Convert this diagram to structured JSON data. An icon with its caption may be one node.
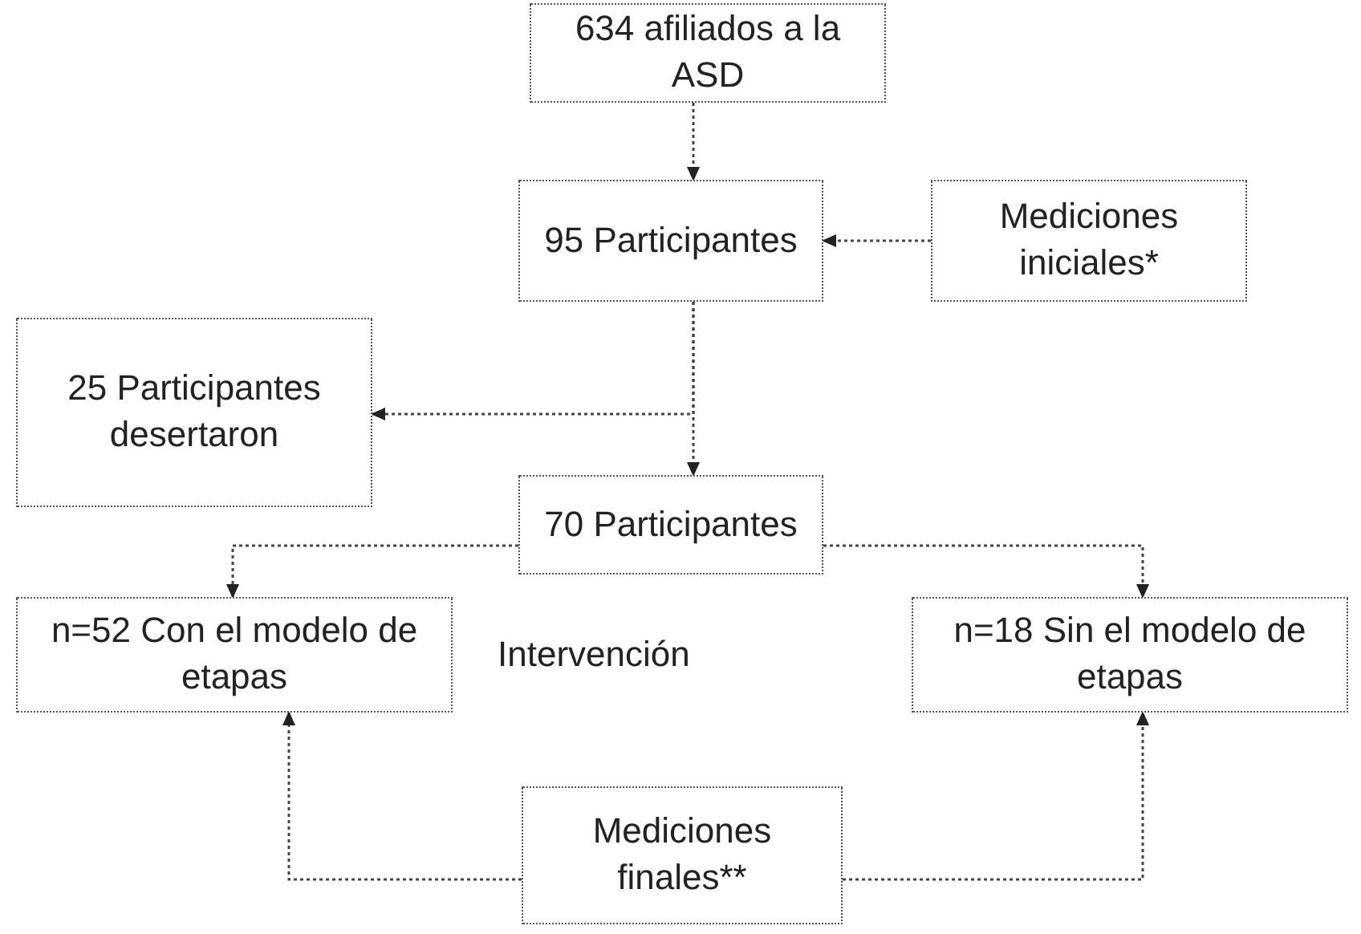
{
  "diagram": {
    "nodes": [
      {
        "text": [
          "634 afiliados a la ASD"
        ]
      },
      {
        "text": [
          "95 Participantes"
        ]
      },
      {
        "text": [
          "Mediciones iniciales*"
        ]
      },
      {
        "text": [
          "25 Participantes desertaron"
        ]
      },
      {
        "text": [
          "70 Participantes"
        ]
      },
      {
        "text": [
          "n=52 Con el modelo de etapas"
        ]
      },
      {
        "text": [
          "n=18 Sin el modelo de etapas"
        ]
      },
      {
        "text": [
          "Mediciones finales**"
        ]
      }
    ],
    "edges": [
      {
        "from": 0,
        "to": 1,
        "arrow": "to"
      },
      {
        "from": 2,
        "to": 1,
        "arrow": "to"
      },
      {
        "from": 1,
        "to": 4,
        "arrow": "to"
      },
      {
        "from": 1,
        "to": 3,
        "arrow": "to"
      },
      {
        "from": 4,
        "to": 5,
        "arrow": "to"
      },
      {
        "from": 4,
        "to": 6,
        "arrow": "to"
      },
      {
        "from": 7,
        "to": 5,
        "arrow": "to"
      },
      {
        "from": 7,
        "to": 6,
        "arrow": "to"
      }
    ],
    "labels": [
      "Intervención"
    ]
  }
}
